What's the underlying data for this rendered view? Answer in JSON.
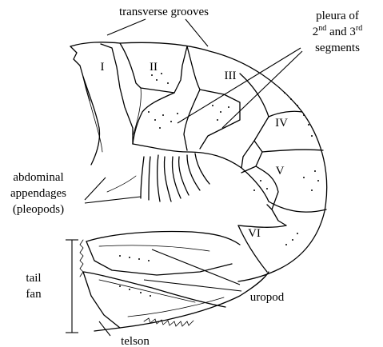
{
  "labels": {
    "transverse_grooves": "transverse grooves",
    "pleura_line1": "pleura of",
    "pleura_line2_a": "2",
    "pleura_line2_sup_a": "nd",
    "pleura_line2_b": " and 3",
    "pleura_line2_sup_b": "rd",
    "pleura_line3": "segments",
    "abdominal_line1": "abdominal",
    "abdominal_line2": "appendages",
    "abdominal_line3": "(pleopods)",
    "tail_fan_line1": "tail",
    "tail_fan_line2": "fan",
    "uropod": "uropod",
    "telson": "telson"
  },
  "segments": [
    "I",
    "II",
    "III",
    "IV",
    "V",
    "VI"
  ]
}
